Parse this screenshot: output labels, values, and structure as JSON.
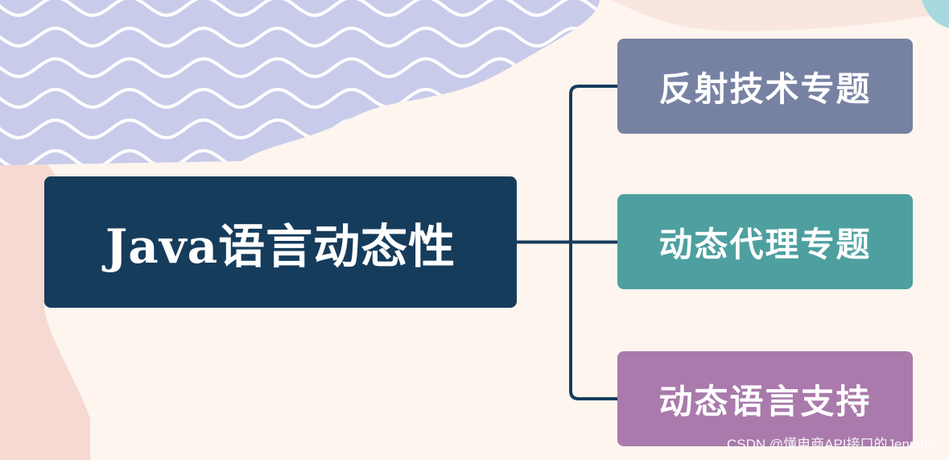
{
  "diagram": {
    "root": {
      "label": "Java语言动态性",
      "color": "#163c5c"
    },
    "children": [
      {
        "label": "反射技术专题",
        "color": "#7782a3"
      },
      {
        "label": "动态代理专题",
        "color": "#4da09f"
      },
      {
        "label": "动态语言支持",
        "color": "#a97aab"
      }
    ],
    "connector_color": "#163c5c"
  },
  "background": {
    "base_color": "#fdf5ee",
    "wave_panel_color": "#c9cbea",
    "blob_pink_color": "#f6d9d2",
    "blob_teal_color": "#a9d9e0"
  },
  "watermark": {
    "text": "CSDN @懂电商API接口的Jennifer"
  }
}
